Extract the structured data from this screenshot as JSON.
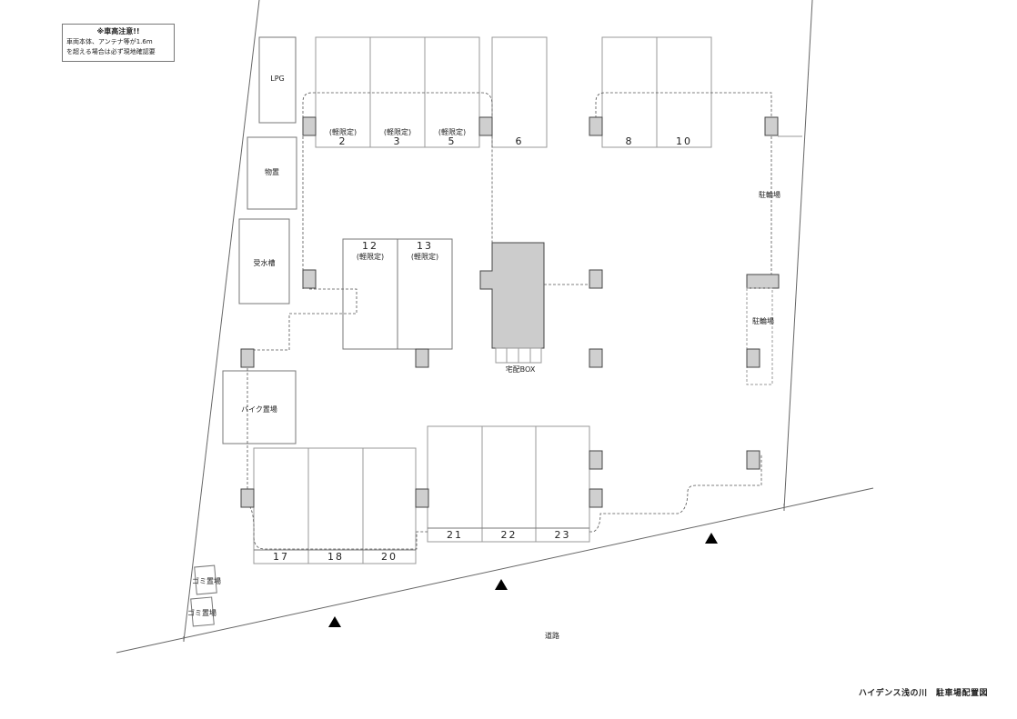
{
  "title": "ハイデンス浅の川　駐車場配置図",
  "notice": {
    "heading": "※車高注意!!",
    "line1": "車両本体、アンテナ等が1.6m",
    "line2": "を超える場合は必ず現地確認要"
  },
  "facilities": {
    "lpg": "LPG",
    "storage": "物置",
    "water_tank": "受水槽",
    "bike_parking": "バイク置場",
    "bicycle_parking_1": "駐輪場",
    "bicycle_parking_2": "駐輪場",
    "delivery_box": "宅配BOX",
    "garbage_1": "ゴミ置場",
    "garbage_2": "ゴミ置場",
    "road": "道路"
  },
  "spaces": {
    "s2": {
      "number": "2",
      "note": "(軽限定)"
    },
    "s3": {
      "number": "3",
      "note": "(軽限定)"
    },
    "s5": {
      "number": "5",
      "note": "(軽限定)"
    },
    "s6": {
      "number": "6"
    },
    "s8": {
      "number": "8"
    },
    "s10": {
      "number": "10"
    },
    "s12": {
      "number": "12",
      "note": "(軽限定)"
    },
    "s13": {
      "number": "13",
      "note": "(軽限定)"
    },
    "s17": {
      "number": "17"
    },
    "s18": {
      "number": "18"
    },
    "s20": {
      "number": "20"
    },
    "s21": {
      "number": "21"
    },
    "s22": {
      "number": "22"
    },
    "s23": {
      "number": "23"
    }
  },
  "colors": {
    "line": "#666666",
    "pillar_fill": "#cfcfcf",
    "building_fill": "#cccccc",
    "triangle": "#000000"
  }
}
